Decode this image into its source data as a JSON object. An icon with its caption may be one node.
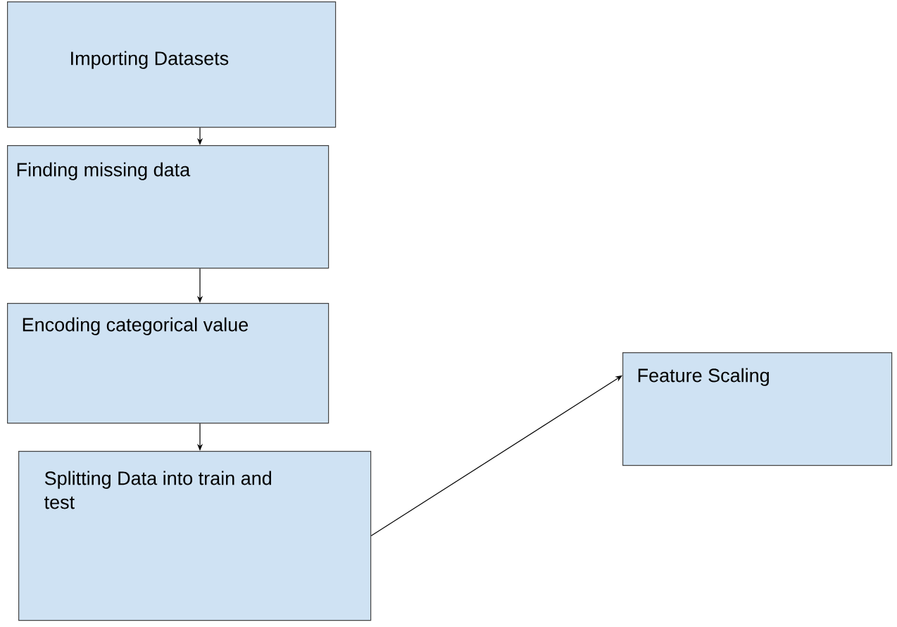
{
  "diagram": {
    "nodes": [
      {
        "text": [
          "Importing Datasets"
        ]
      },
      {
        "text": [
          "Finding missing data"
        ]
      },
      {
        "text": [
          "Encoding categorical value"
        ]
      },
      {
        "text": [
          "Splitting Data into train and test"
        ]
      },
      {
        "text": [
          "Feature Scaling"
        ]
      }
    ],
    "edges": [
      {
        "from": 0,
        "to": 1,
        "arrow": "to"
      },
      {
        "from": 1,
        "to": 2,
        "arrow": "to"
      },
      {
        "from": 2,
        "to": 3,
        "arrow": "to"
      },
      {
        "from": 3,
        "to": 4,
        "arrow": "to"
      }
    ]
  }
}
